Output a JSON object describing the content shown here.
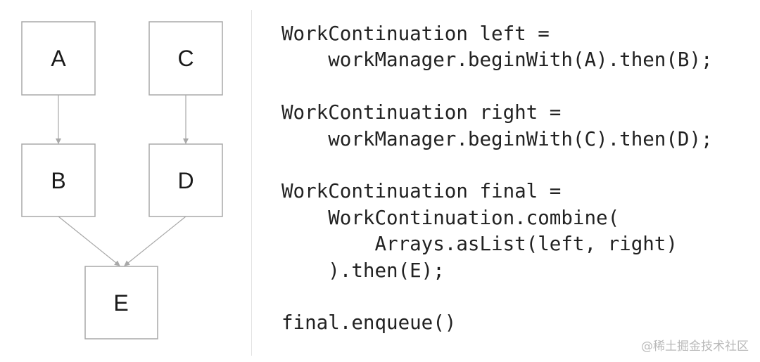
{
  "diagram": {
    "nodes": [
      {
        "id": "A",
        "label": "A"
      },
      {
        "id": "B",
        "label": "B"
      },
      {
        "id": "C",
        "label": "C"
      },
      {
        "id": "D",
        "label": "D"
      },
      {
        "id": "E",
        "label": "E"
      }
    ],
    "edges": [
      {
        "from": "A",
        "to": "B"
      },
      {
        "from": "C",
        "to": "D"
      },
      {
        "from": "B",
        "to": "E"
      },
      {
        "from": "D",
        "to": "E"
      }
    ]
  },
  "code": {
    "lines": [
      "WorkContinuation left =",
      "    workManager.beginWith(A).then(B);",
      "",
      "WorkContinuation right =",
      "    workManager.beginWith(C).then(D);",
      "",
      "WorkContinuation final =",
      "    WorkContinuation.combine(",
      "        Arrays.asList(left, right)",
      "    ).then(E);",
      "",
      "final.enqueue()"
    ]
  },
  "watermark": "@稀土掘金技术社区",
  "colors": {
    "node_border": "#a8a8a8",
    "edge": "#a8a8a8",
    "text": "#222222",
    "watermark": "#b9b9b9"
  }
}
